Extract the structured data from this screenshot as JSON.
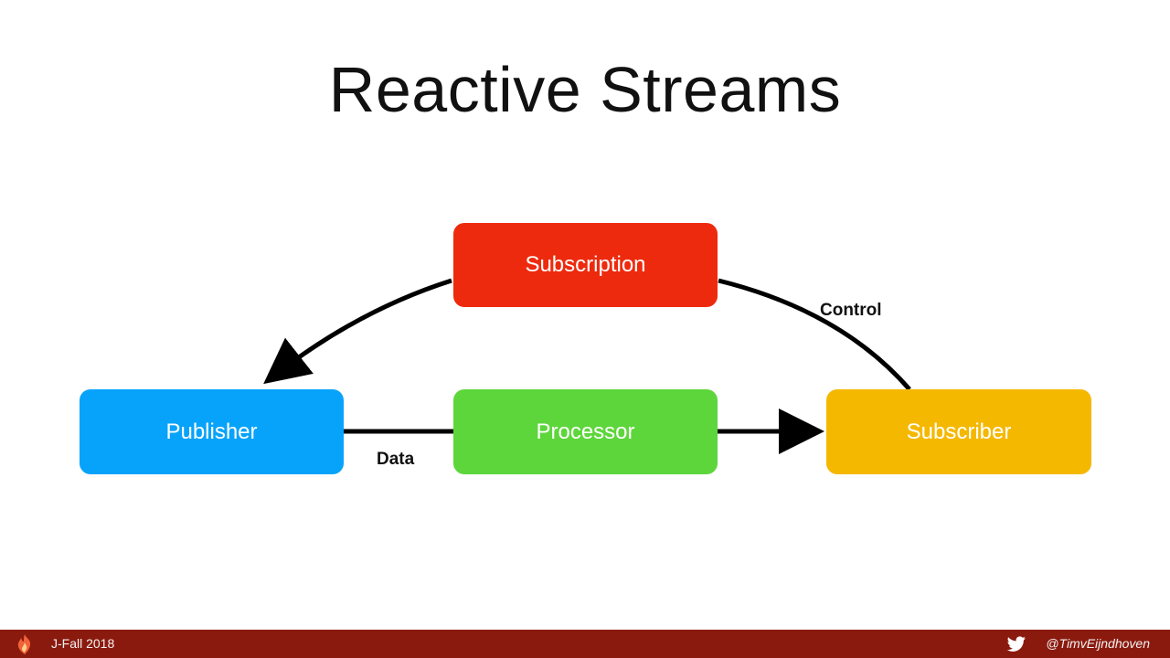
{
  "slide": {
    "title": "Reactive Streams"
  },
  "diagram": {
    "nodes": {
      "subscription": {
        "label": "Subscription",
        "color": "#ee2a0e"
      },
      "publisher": {
        "label": "Publisher",
        "color": "#07a3fa"
      },
      "processor": {
        "label": "Processor",
        "color": "#5dd63b"
      },
      "subscriber": {
        "label": "Subscriber",
        "color": "#f5b800"
      }
    },
    "edge_labels": {
      "control": "Control",
      "data": "Data"
    }
  },
  "footer": {
    "event": "J-Fall 2018",
    "handle": "@TimvEijndhoven",
    "background": "#8b1a0e",
    "logo_icon": "flame-logo-icon",
    "social_icon": "twitter-bird-icon"
  }
}
